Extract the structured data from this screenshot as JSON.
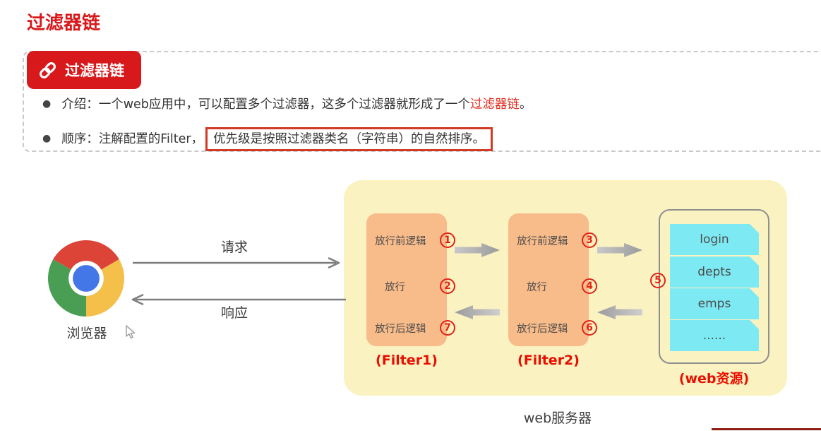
{
  "page_title": "过滤器链",
  "section": {
    "badge_label": "过滤器链",
    "bullet1": {
      "dot": "●",
      "prefix": "介绍：一个web应用中，可以配置多个过滤器，这多个过滤器就形成了一个",
      "highlight": "过滤器链",
      "suffix": "。"
    },
    "bullet2": {
      "dot": "●",
      "prefix": "顺序：注解配置的Filter，",
      "boxed": "优先级是按照过滤器类名（字符串）的自然排序。"
    }
  },
  "diagram": {
    "browser_label": "浏览器",
    "request_label": "请求",
    "response_label": "响应",
    "filter1": {
      "name": "(Filter1)",
      "rows": [
        {
          "label": "放行前逻辑",
          "num": "1"
        },
        {
          "label": "放行",
          "num": "2"
        },
        {
          "label": "放行后逻辑",
          "num": "7"
        }
      ]
    },
    "filter2": {
      "name": "(Filter2)",
      "rows": [
        {
          "label": "放行前逻辑",
          "num": "3"
        },
        {
          "label": "放行",
          "num": "4"
        },
        {
          "label": "放行后逻辑",
          "num": "6"
        }
      ]
    },
    "resource_num": "5",
    "resources": {
      "name": "(web资源)",
      "items": [
        "login",
        "depts",
        "emps",
        "......"
      ]
    },
    "server_label": "web服务器"
  },
  "colors": {
    "brand_red": "#d7191c",
    "highlight_red": "#e02a1c",
    "annotation_box_red": "#d33a25",
    "number_circle_red": "#e02318",
    "diagram_label_red": "#e80f00",
    "panel_yellow": "#fbf2c2",
    "filter_orange": "#f8bb8a",
    "resource_cyan": "#7deaf3",
    "arrow_gray": "#7d7d7d",
    "block_arrow_gray": "#adadad",
    "bottom_bar_red": "#8e1d12",
    "chrome_red": "#db4437",
    "chrome_yellow": "#f4c04a",
    "chrome_green": "#4a9e54",
    "chrome_blue": "#4377e8"
  }
}
